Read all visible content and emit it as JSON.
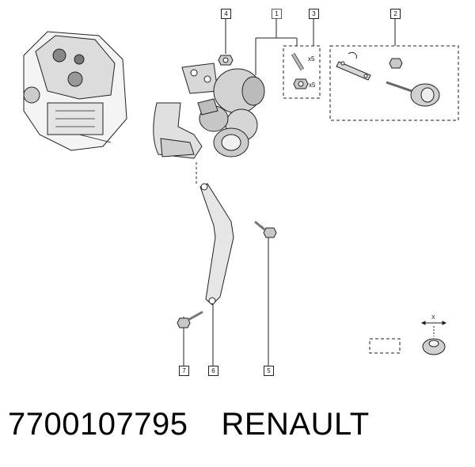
{
  "callouts": {
    "c1": "1",
    "c2": "2",
    "c3": "3",
    "c4": "4",
    "c5": "5",
    "c6": "6",
    "c7": "7"
  },
  "quantities": {
    "stud_qty": "x5",
    "nut_qty": "x5"
  },
  "detail_label": "X",
  "footer": {
    "part_number": "7700107795",
    "brand": "RENAULT"
  },
  "colors": {
    "highlight_callout": "#d9252a",
    "line": "#222222"
  }
}
